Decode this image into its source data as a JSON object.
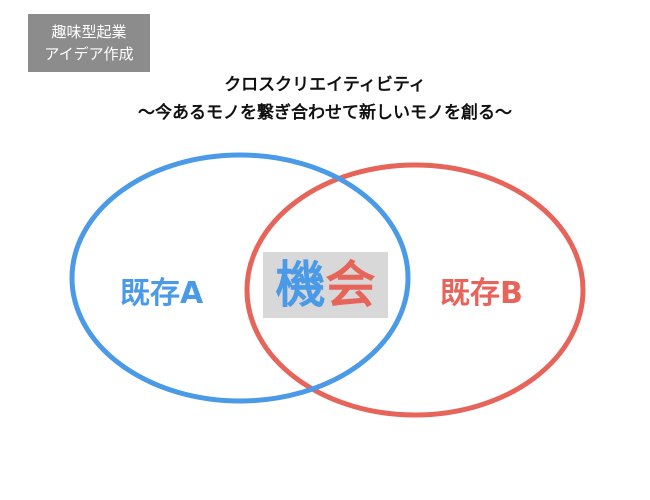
{
  "tag": {
    "line1": "趣味型起業",
    "line2": "アイデア作成"
  },
  "title": {
    "line1": "クロスクリエイティビティ",
    "line2": "〜今あるモノを繋ぎ合わせて新しいモノを創る〜"
  },
  "venn": {
    "left_label": "既存A",
    "right_label": "既存B",
    "overlap_char1": "機",
    "overlap_char2": "会"
  },
  "colors": {
    "left": "#4a9ae8",
    "right": "#e7645a",
    "tag_bg": "#8c8c8c",
    "overlap_bg": "#d8d8d8"
  }
}
